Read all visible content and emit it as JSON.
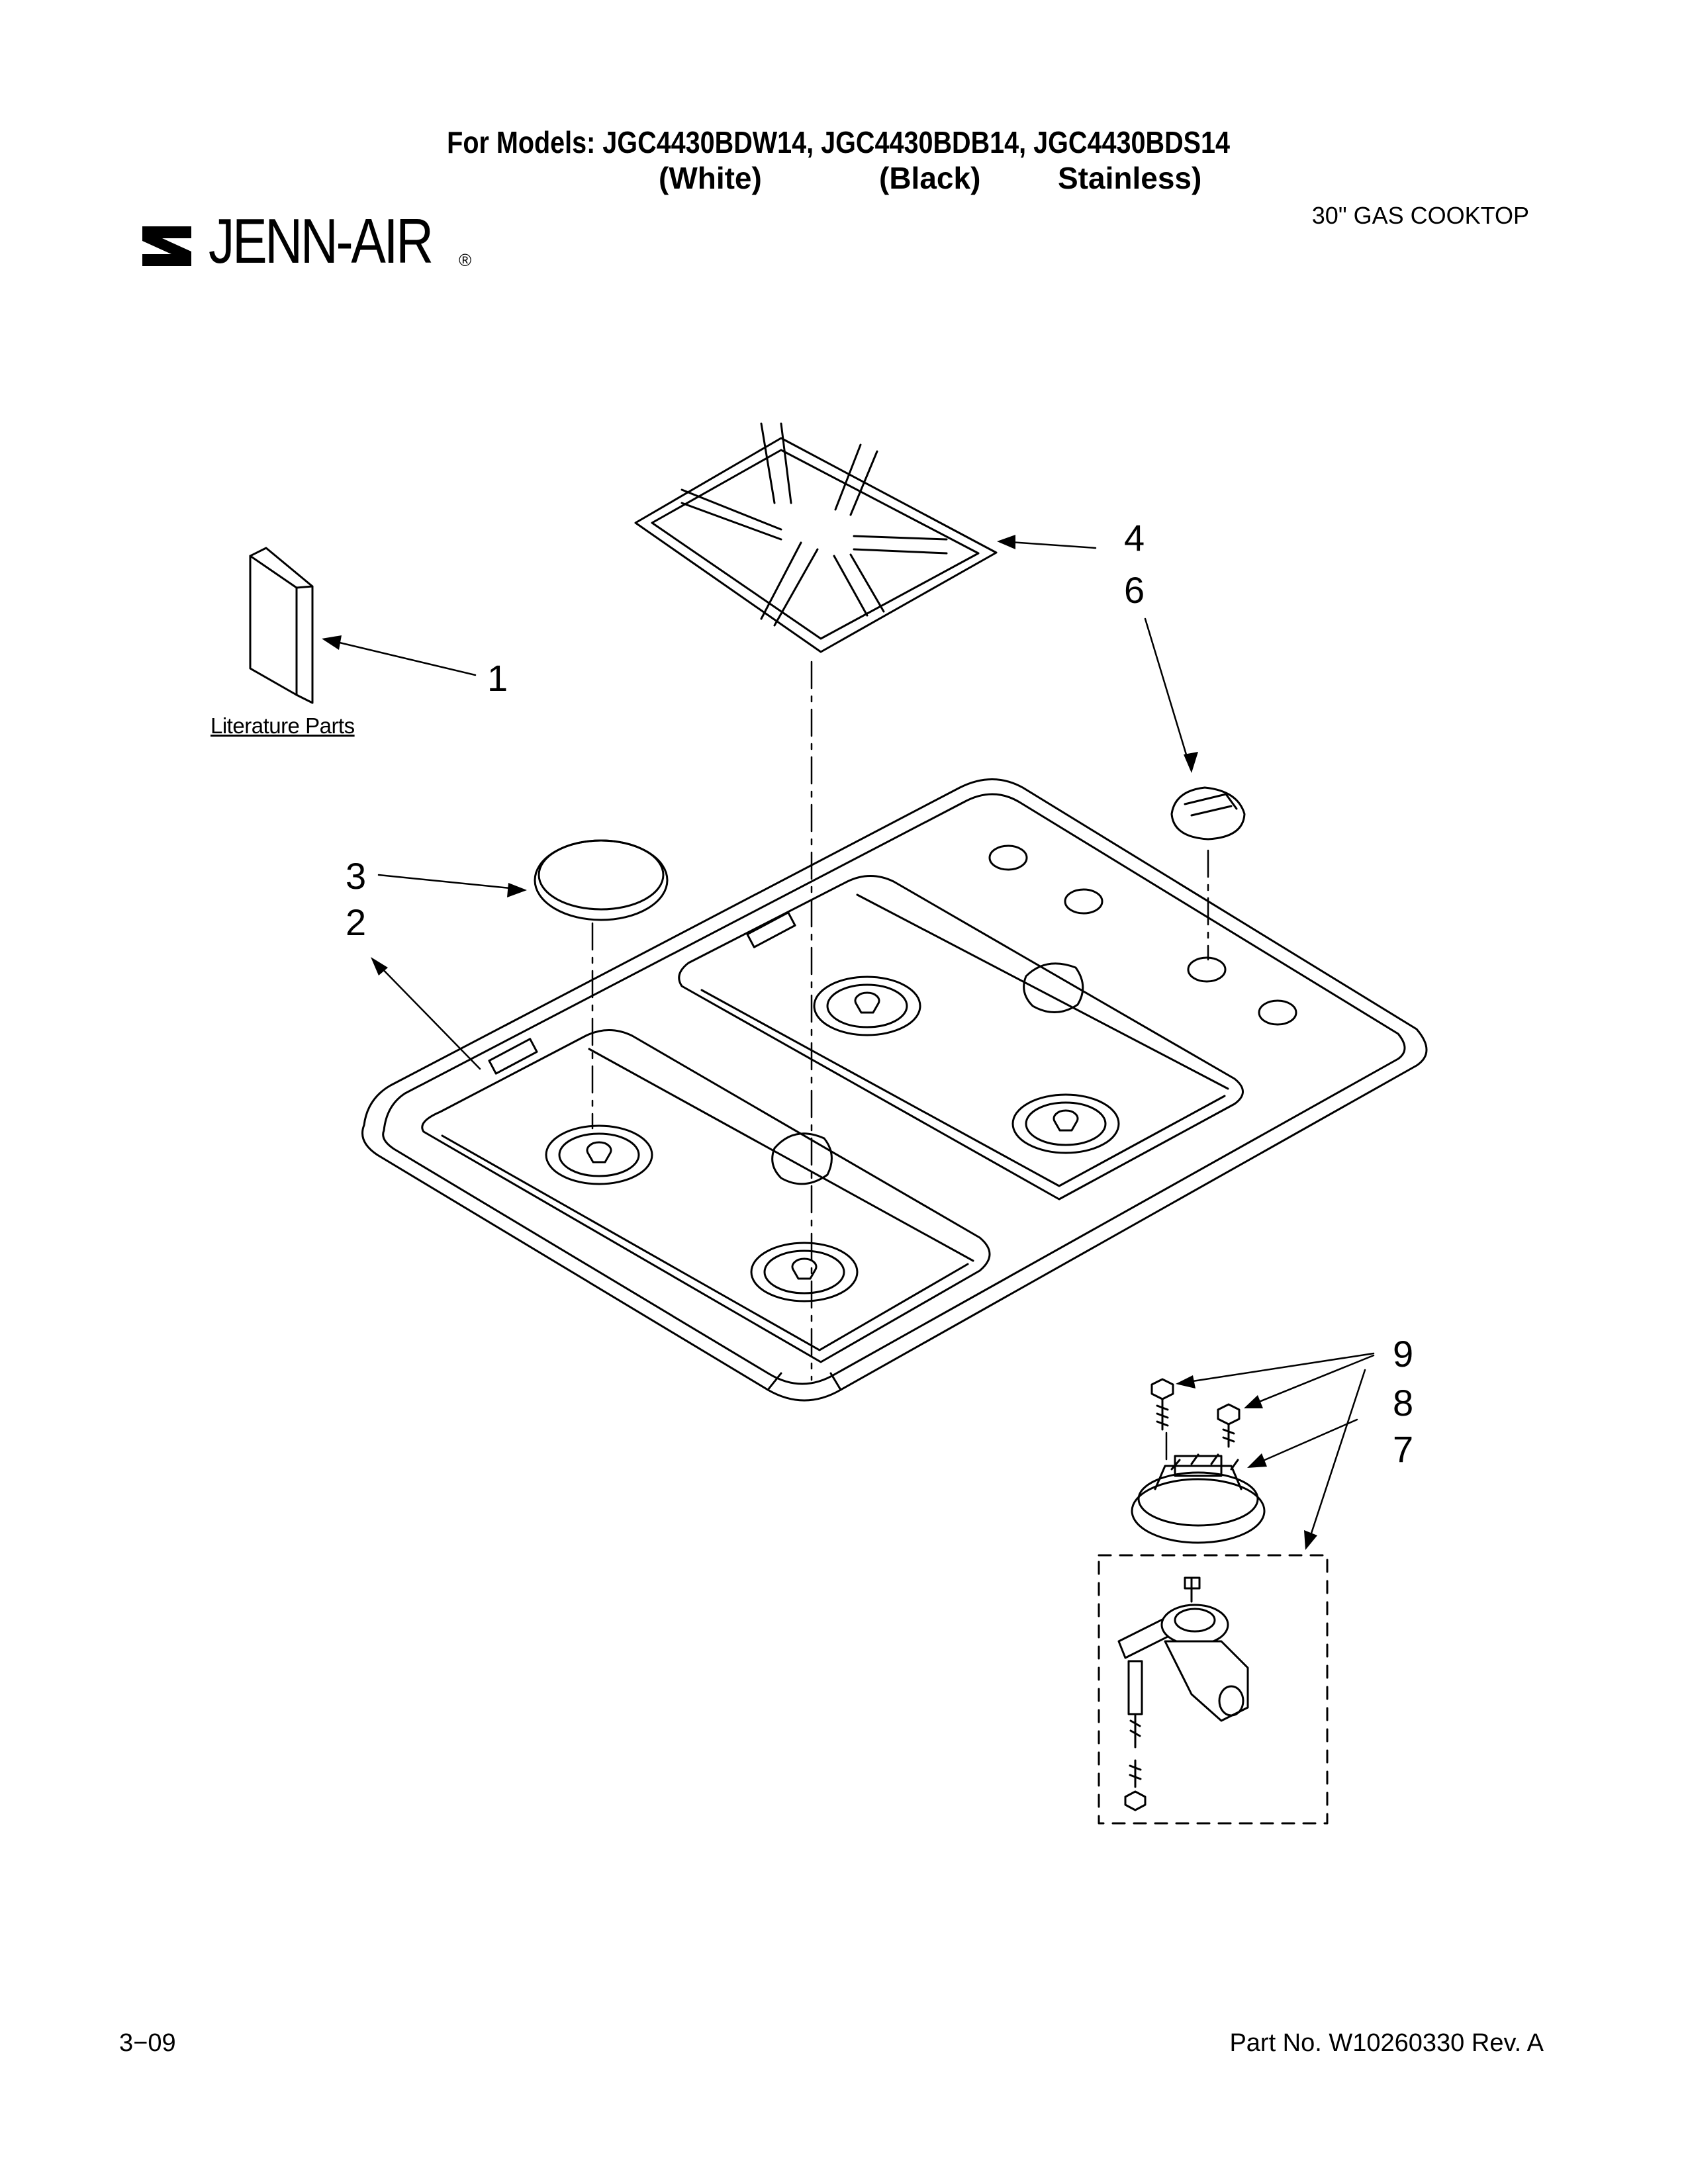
{
  "header": {
    "models_line": "For Models: JGC4430BDW14, JGC4430BDB14, JGC4430BDS14",
    "color_white": "(White)",
    "color_black": "(Black)",
    "color_stainless": "Stainless)",
    "brand": "JENN-AIR",
    "product": "30\" GAS COOKTOP"
  },
  "diagram": {
    "literature_label": "Literature Parts",
    "callouts": [
      "1",
      "2",
      "3",
      "4",
      "6",
      "7",
      "8",
      "9"
    ]
  },
  "footer": {
    "date_code": "3−09",
    "part_number": "Part No. W10260330 Rev. A"
  }
}
